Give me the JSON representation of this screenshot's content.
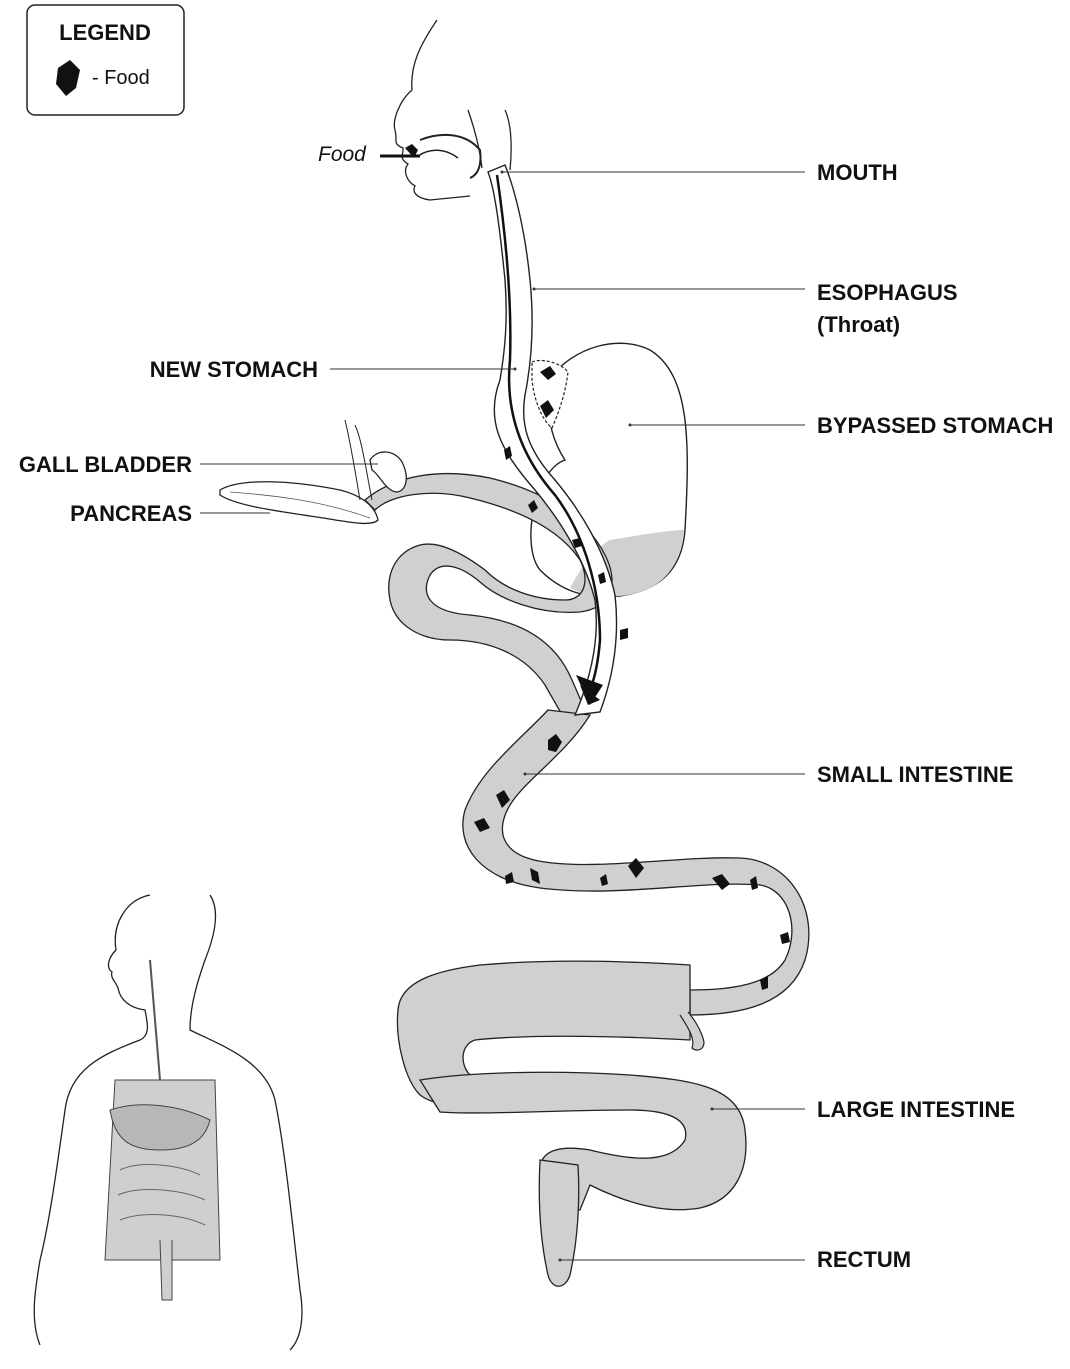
{
  "legend": {
    "title": "LEGEND",
    "item_label": "- Food",
    "item_icon": "food-particle-icon"
  },
  "food_entry_label": "Food",
  "labels": {
    "mouth": "MOUTH",
    "esophagus_line1": "ESOPHAGUS",
    "esophagus_line2": "(Throat)",
    "new_stomach": "NEW STOMACH",
    "bypassed_stomach": "BYPASSED STOMACH",
    "gall_bladder": "GALL BLADDER",
    "pancreas": "PANCREAS",
    "small_intestine": "SMALL INTESTINE",
    "large_intestine": "LARGE INTESTINE",
    "rectum": "RECTUM"
  },
  "colors": {
    "organ_fill": "#d0d0d0",
    "outline": "#222222",
    "food": "#111111"
  }
}
